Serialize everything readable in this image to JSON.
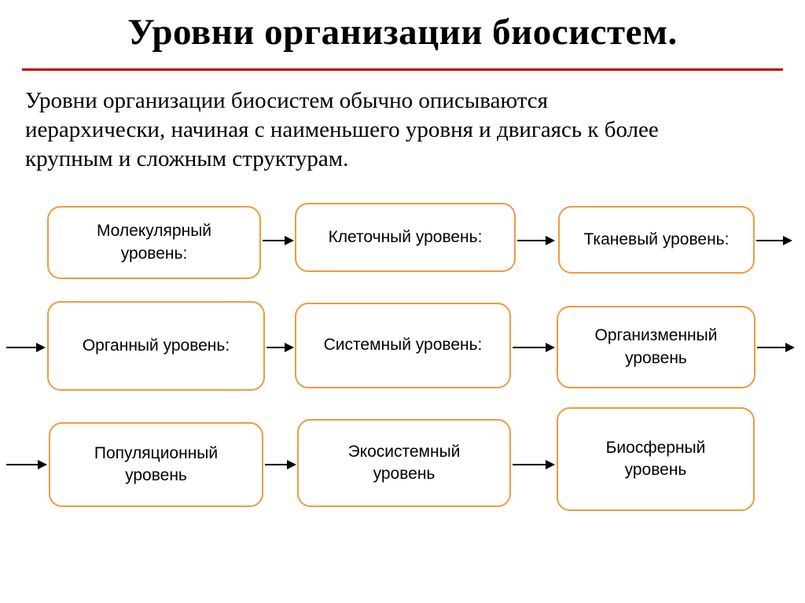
{
  "slide": {
    "title": "Уровни организации биосистем.",
    "intro": "Уровни организации биосистем обычно описываются\nиерархически, начиная с наименьшего уровня и двигаясь к более\nкрупным и сложным структурам.",
    "colors": {
      "box_border": "#ED9B40",
      "title_underline": "#C00000",
      "arrow": "#000000"
    },
    "levels": [
      "Молекулярный\nуровень:",
      "Клеточный уровень:",
      "Тканевый уровень:",
      "Органный уровень:",
      "Системный уровень:",
      "Организменный\nуровень",
      "Популяционный\nуровень",
      "Экосистемный\nуровень",
      "Биосферный\nуровень"
    ]
  }
}
